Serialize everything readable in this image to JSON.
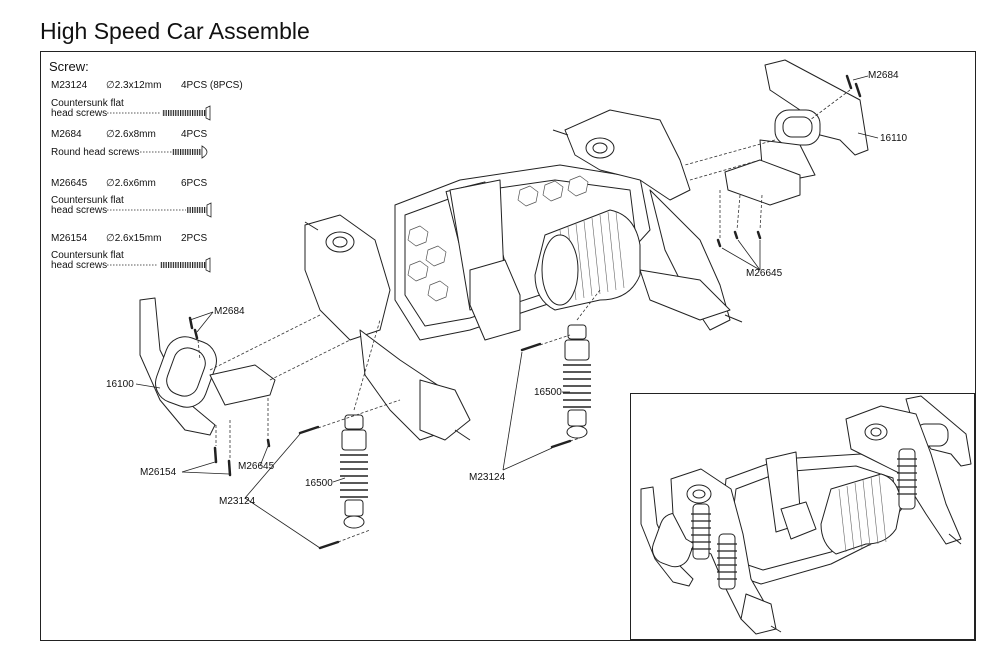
{
  "title": "High Speed Car Assemble",
  "screw_list": {
    "heading": "Screw:",
    "items": [
      {
        "code": "M23124",
        "size": "∅2.3x12mm",
        "qty": "4PCS (8PCS)",
        "type_lines": [
          "Countersunk flat",
          "head screws"
        ]
      },
      {
        "code": "M2684",
        "size": "∅2.6x8mm",
        "qty": "4PCS",
        "type_lines": [
          "Round head screws"
        ]
      },
      {
        "code": "M26645",
        "size": "∅2.6x6mm",
        "qty": "6PCS",
        "type_lines": [
          "Countersunk flat",
          "head screws"
        ]
      },
      {
        "code": "M26154",
        "size": "∅2.6x15mm",
        "qty": "2PCS",
        "type_lines": [
          "Countersunk flat",
          "head screws"
        ]
      }
    ]
  },
  "callouts": {
    "rear_bumper_screw": "M2684",
    "rear_bumper": "16110",
    "rear_plate_screws": "M26645",
    "front_bumper_screw": "M2684",
    "front_bumper": "16100",
    "front_long_screws": "M26154",
    "front_plate_screws": "M26645",
    "left_shock": "16500",
    "left_shock_screws": "M23124",
    "right_shock": "16500",
    "right_shock_screws": "M23124"
  },
  "colors": {
    "line": "#222222",
    "part_fill": "#ffffff",
    "hatch": "#777777"
  }
}
